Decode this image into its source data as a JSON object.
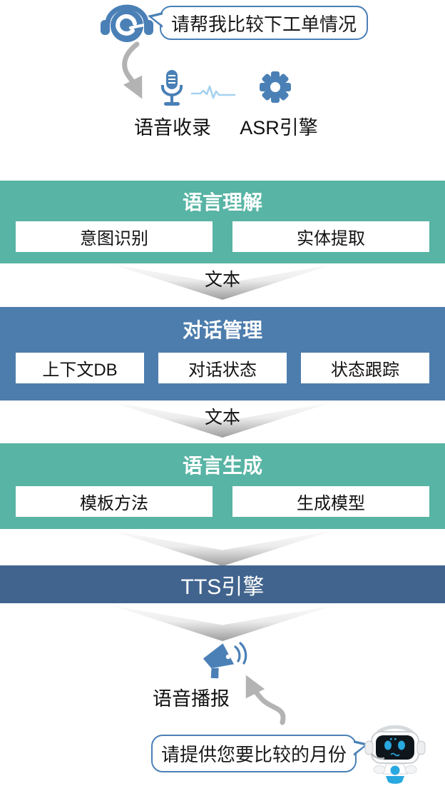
{
  "colors": {
    "teal": "#58B4A4",
    "blue": "#4D7DAD",
    "tts_bar": "#41648E",
    "icon_blue": "#4A80B6",
    "waveform_blue": "#A6D2F0",
    "arrow_gray": "#B3B3B3",
    "bubble_border": "#4A80B6"
  },
  "icons": {
    "headset": "headset-agent-icon",
    "microphone": "microphone-icon",
    "waveform": "waveform-icon",
    "gear": "gear-icon",
    "megaphone": "megaphone-icon",
    "robot": "robot-icon",
    "arrow_down": "curved-arrow-down-icon",
    "arrow_up": "curved-arrow-up-icon"
  },
  "top": {
    "user_query": "请帮我比较下工单情况",
    "capture_label": "语音收录",
    "asr_label": "ASR引擎"
  },
  "pipeline": {
    "nlu": {
      "title": "语言理解",
      "items": [
        "意图识别",
        "实体提取"
      ]
    },
    "connector_1": "文本",
    "dm": {
      "title": "对话管理",
      "items": [
        "上下文DB",
        "对话状态",
        "状态跟踪"
      ]
    },
    "connector_2": "文本",
    "nlg": {
      "title": "语言生成",
      "items": [
        "模板方法",
        "生成模型"
      ]
    },
    "tts_title": "TTS引擎"
  },
  "bottom": {
    "broadcast_label": "语音播报",
    "bot_reply": "请提供您要比较的月份"
  }
}
